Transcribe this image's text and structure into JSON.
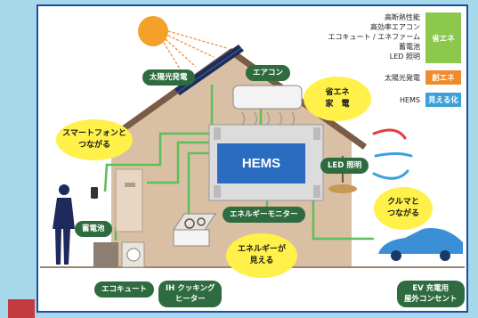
{
  "legend": {
    "green_items": [
      "高断熱性能",
      "高効率エアコン",
      "エコキュート / エネファーム",
      "蓄電池",
      "LED 照明"
    ],
    "green_label": "省エネ",
    "orange_item": "太陽光発電",
    "orange_label": "創エネ",
    "blue_item": "HEMS",
    "blue_label": "見える化",
    "colors": {
      "green": "#8cc84b",
      "orange": "#ee8b2c",
      "blue": "#3e9fd8"
    }
  },
  "labels": {
    "solar": "太陽光発電",
    "aircon": "エアコン",
    "led": "LED 照明",
    "monitor": "エネルギーモニター",
    "battery": "蓄電池",
    "ecocute": "エコキュート",
    "ih_line1": "IH クッキング",
    "ih_line2": "ヒーター",
    "ev_line1": "EV 充電用",
    "ev_line2": "屋外コンセント"
  },
  "bubbles": {
    "eco_line1": "省エネ",
    "eco_line2": "家　電",
    "phone_line1": "スマートフォンと",
    "phone_line2": "つながる",
    "car_line1": "クルマと",
    "car_line2": "つながる",
    "energy_line1": "エネルギーが",
    "energy_line2": "見える"
  },
  "hems_screen": "HEMS"
}
